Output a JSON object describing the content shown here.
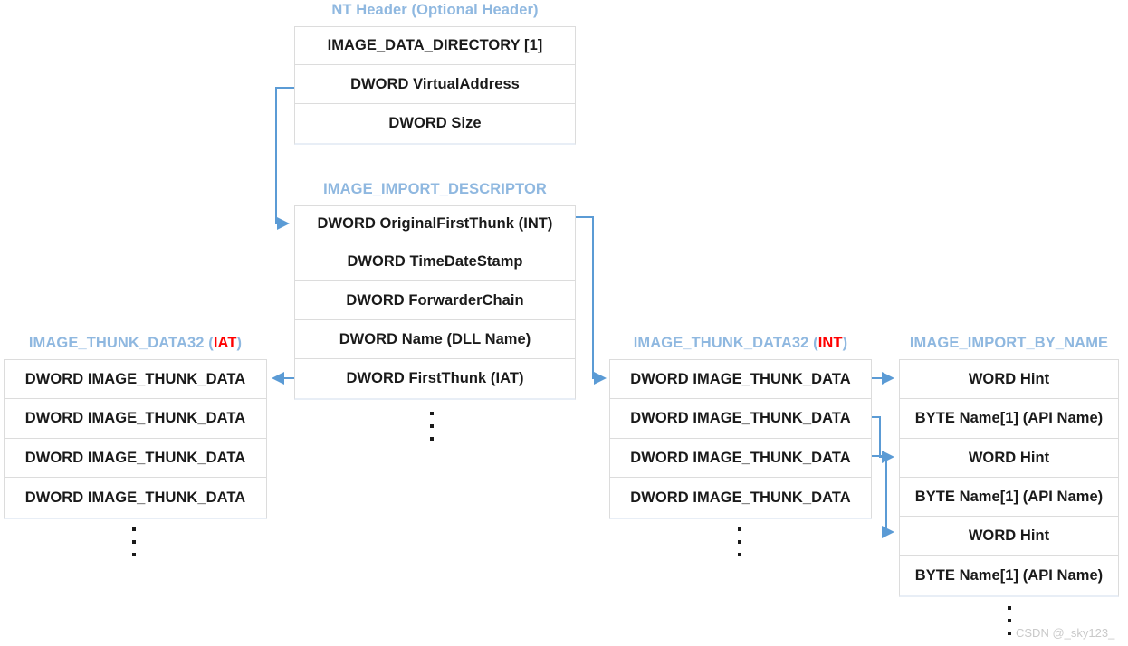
{
  "diagram": {
    "title_color": "#8fb8e0",
    "highlight_color": "#ff0000",
    "connector_color": "#5b9bd5",
    "border_color": "#dcdcdc",
    "text_color": "#1a1a1a"
  },
  "blocks": {
    "nt_header": {
      "title": "NT Header (Optional Header)",
      "rows": [
        {
          "label": "IMAGE_DATA_DIRECTORY [1]"
        },
        {
          "label": "DWORD VirtualAddress"
        },
        {
          "label": "DWORD Size"
        }
      ]
    },
    "import_descriptor": {
      "title": "IMAGE_IMPORT_DESCRIPTOR",
      "rows": [
        {
          "label": "DWORD OriginalFirstThunk (INT)"
        },
        {
          "label": "DWORD TimeDateStamp"
        },
        {
          "label": "DWORD ForwarderChain"
        },
        {
          "label": "DWORD Name (DLL Name)"
        },
        {
          "label": "DWORD FirstThunk (IAT)"
        }
      ]
    },
    "thunk_iat": {
      "title_prefix": "IMAGE_THUNK_DATA32 (",
      "title_highlight": "IAT",
      "title_suffix": ")",
      "rows": [
        {
          "label": "DWORD IMAGE_THUNK_DATA"
        },
        {
          "label": "DWORD IMAGE_THUNK_DATA"
        },
        {
          "label": "DWORD IMAGE_THUNK_DATA"
        },
        {
          "label": "DWORD IMAGE_THUNK_DATA"
        }
      ]
    },
    "thunk_int": {
      "title_prefix": "IMAGE_THUNK_DATA32 (",
      "title_highlight": "INT",
      "title_suffix": ")",
      "rows": [
        {
          "label": "DWORD IMAGE_THUNK_DATA"
        },
        {
          "label": "DWORD IMAGE_THUNK_DATA"
        },
        {
          "label": "DWORD IMAGE_THUNK_DATA"
        },
        {
          "label": "DWORD IMAGE_THUNK_DATA"
        }
      ]
    },
    "import_by_name": {
      "title": "IMAGE_IMPORT_BY_NAME",
      "rows": [
        {
          "label": "WORD Hint"
        },
        {
          "label": "BYTE Name[1] (API Name)"
        },
        {
          "label": "WORD Hint"
        },
        {
          "label": "BYTE Name[1] (API Name)"
        },
        {
          "label": "WORD Hint"
        },
        {
          "label": "BYTE Name[1] (API Name)"
        }
      ]
    }
  },
  "watermark": {
    "text": "CSDN @_sky123_"
  }
}
